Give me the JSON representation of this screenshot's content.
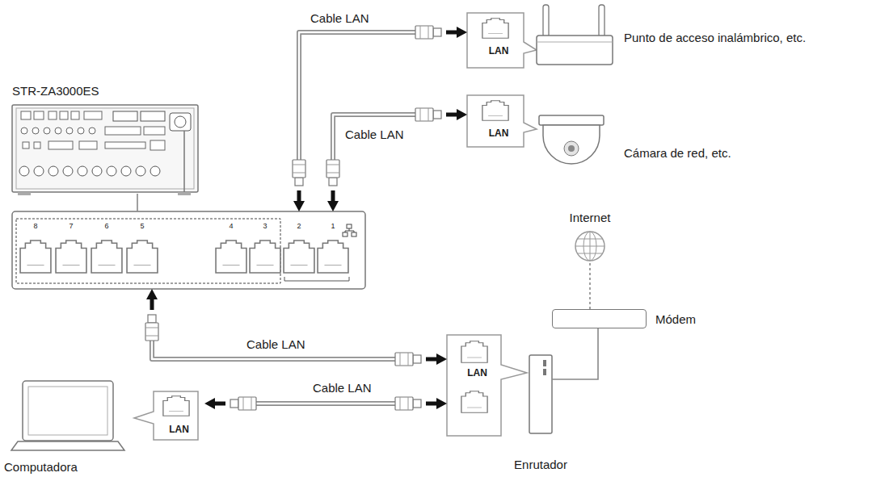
{
  "diagram": {
    "nodes": [
      {
        "text": [
          "STR-ZA3000ES"
        ]
      },
      {
        "text": [
          "8",
          "7",
          "6",
          "5",
          "4",
          "3",
          "2",
          "1"
        ]
      },
      {
        "text": [
          "LAN"
        ]
      },
      {
        "text": [
          "Punto de acceso inalámbrico, etc."
        ]
      },
      {
        "text": [
          "LAN"
        ]
      },
      {
        "text": [
          "Cámara de red, etc."
        ]
      },
      {
        "text": [
          "Internet"
        ]
      },
      {
        "text": [
          "Módem"
        ]
      },
      {
        "text": [
          "LAN"
        ]
      },
      {
        "text": [
          "Enrutador"
        ]
      },
      {
        "text": [
          "LAN"
        ]
      },
      {
        "text": [
          "Computadora"
        ]
      }
    ],
    "edges": [
      {
        "from": 1,
        "to": 2,
        "arrow": "both",
        "label": "Cable LAN"
      },
      {
        "from": 1,
        "to": 4,
        "arrow": "both",
        "label": "Cable LAN"
      },
      {
        "from": 8,
        "to": 1,
        "arrow": "both",
        "label": "Cable LAN"
      },
      {
        "from": 8,
        "to": 10,
        "arrow": "both",
        "label": "Cable LAN"
      },
      {
        "from": 0,
        "to": 1,
        "arrow": "none"
      },
      {
        "from": 9,
        "to": 7,
        "arrow": "none"
      },
      {
        "from": 7,
        "to": 6,
        "arrow": "none"
      }
    ]
  }
}
